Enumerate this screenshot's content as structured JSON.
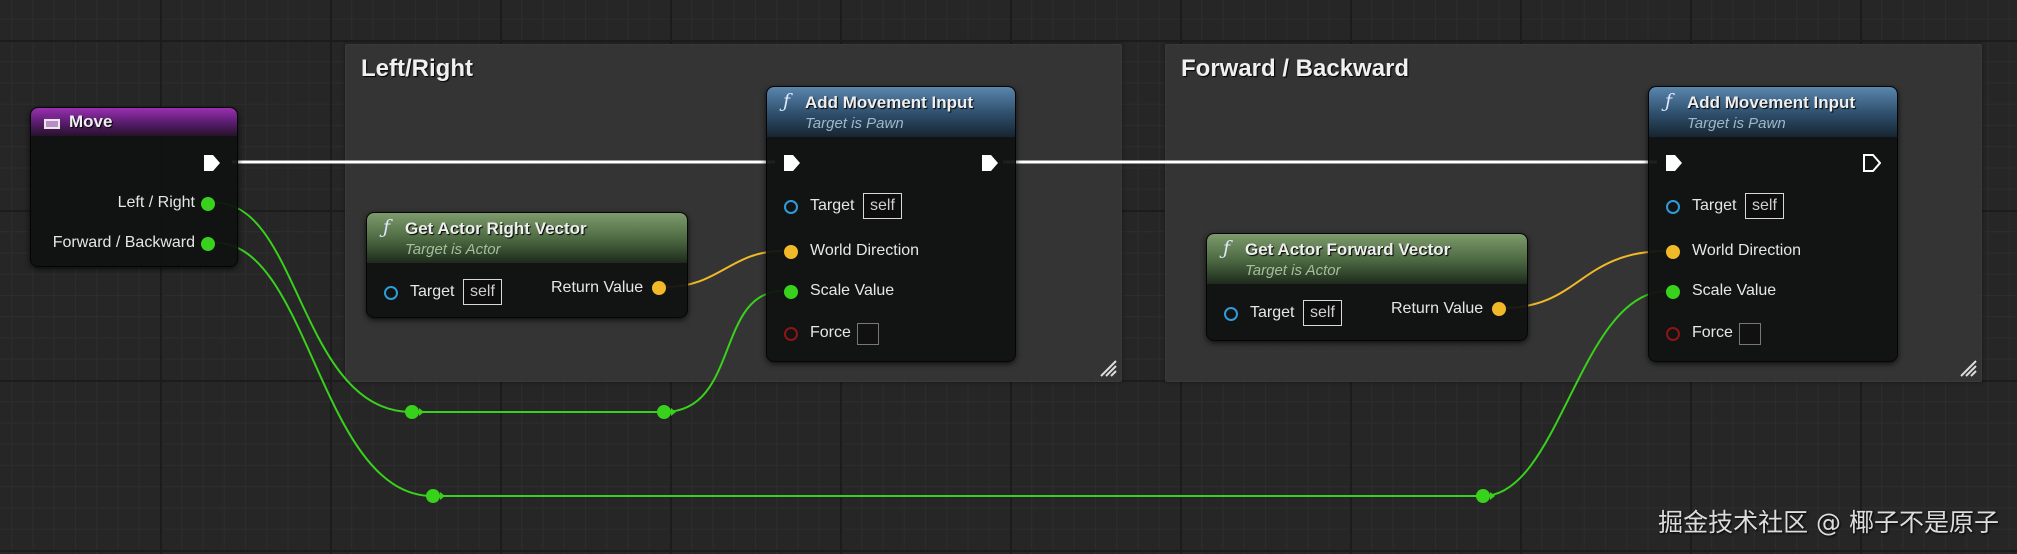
{
  "comments": [
    {
      "title": "Left/Right"
    },
    {
      "title": "Forward / Backward"
    }
  ],
  "event_node": {
    "title": "Move",
    "pins": [
      "Left / Right",
      "Forward / Backward"
    ]
  },
  "get_right_node": {
    "title": "Get Actor Right Vector",
    "subtitle": "Target is Actor",
    "target_label": "Target",
    "target_value": "self",
    "return_label": "Return Value"
  },
  "get_forward_node": {
    "title": "Get Actor Forward Vector",
    "subtitle": "Target is Actor",
    "target_label": "Target",
    "target_value": "self",
    "return_label": "Return Value"
  },
  "add_input_nodes": [
    {
      "title": "Add Movement Input",
      "subtitle": "Target is Pawn",
      "target_label": "Target",
      "target_value": "self",
      "world_direction_label": "World Direction",
      "scale_value_label": "Scale Value",
      "force_label": "Force"
    },
    {
      "title": "Add Movement Input",
      "subtitle": "Target is Pawn",
      "target_label": "Target",
      "target_value": "self",
      "world_direction_label": "World Direction",
      "scale_value_label": "Scale Value",
      "force_label": "Force"
    }
  ],
  "watermark": "掘金技术社区 @ 椰子不是原子",
  "colors": {
    "float_wire": "#38d11c",
    "vector_wire": "#f1b928",
    "exec_wire": "#ffffff",
    "event_header": "#7a2591",
    "function_header": "#3e6282",
    "pure_header": "#5d7a50"
  }
}
